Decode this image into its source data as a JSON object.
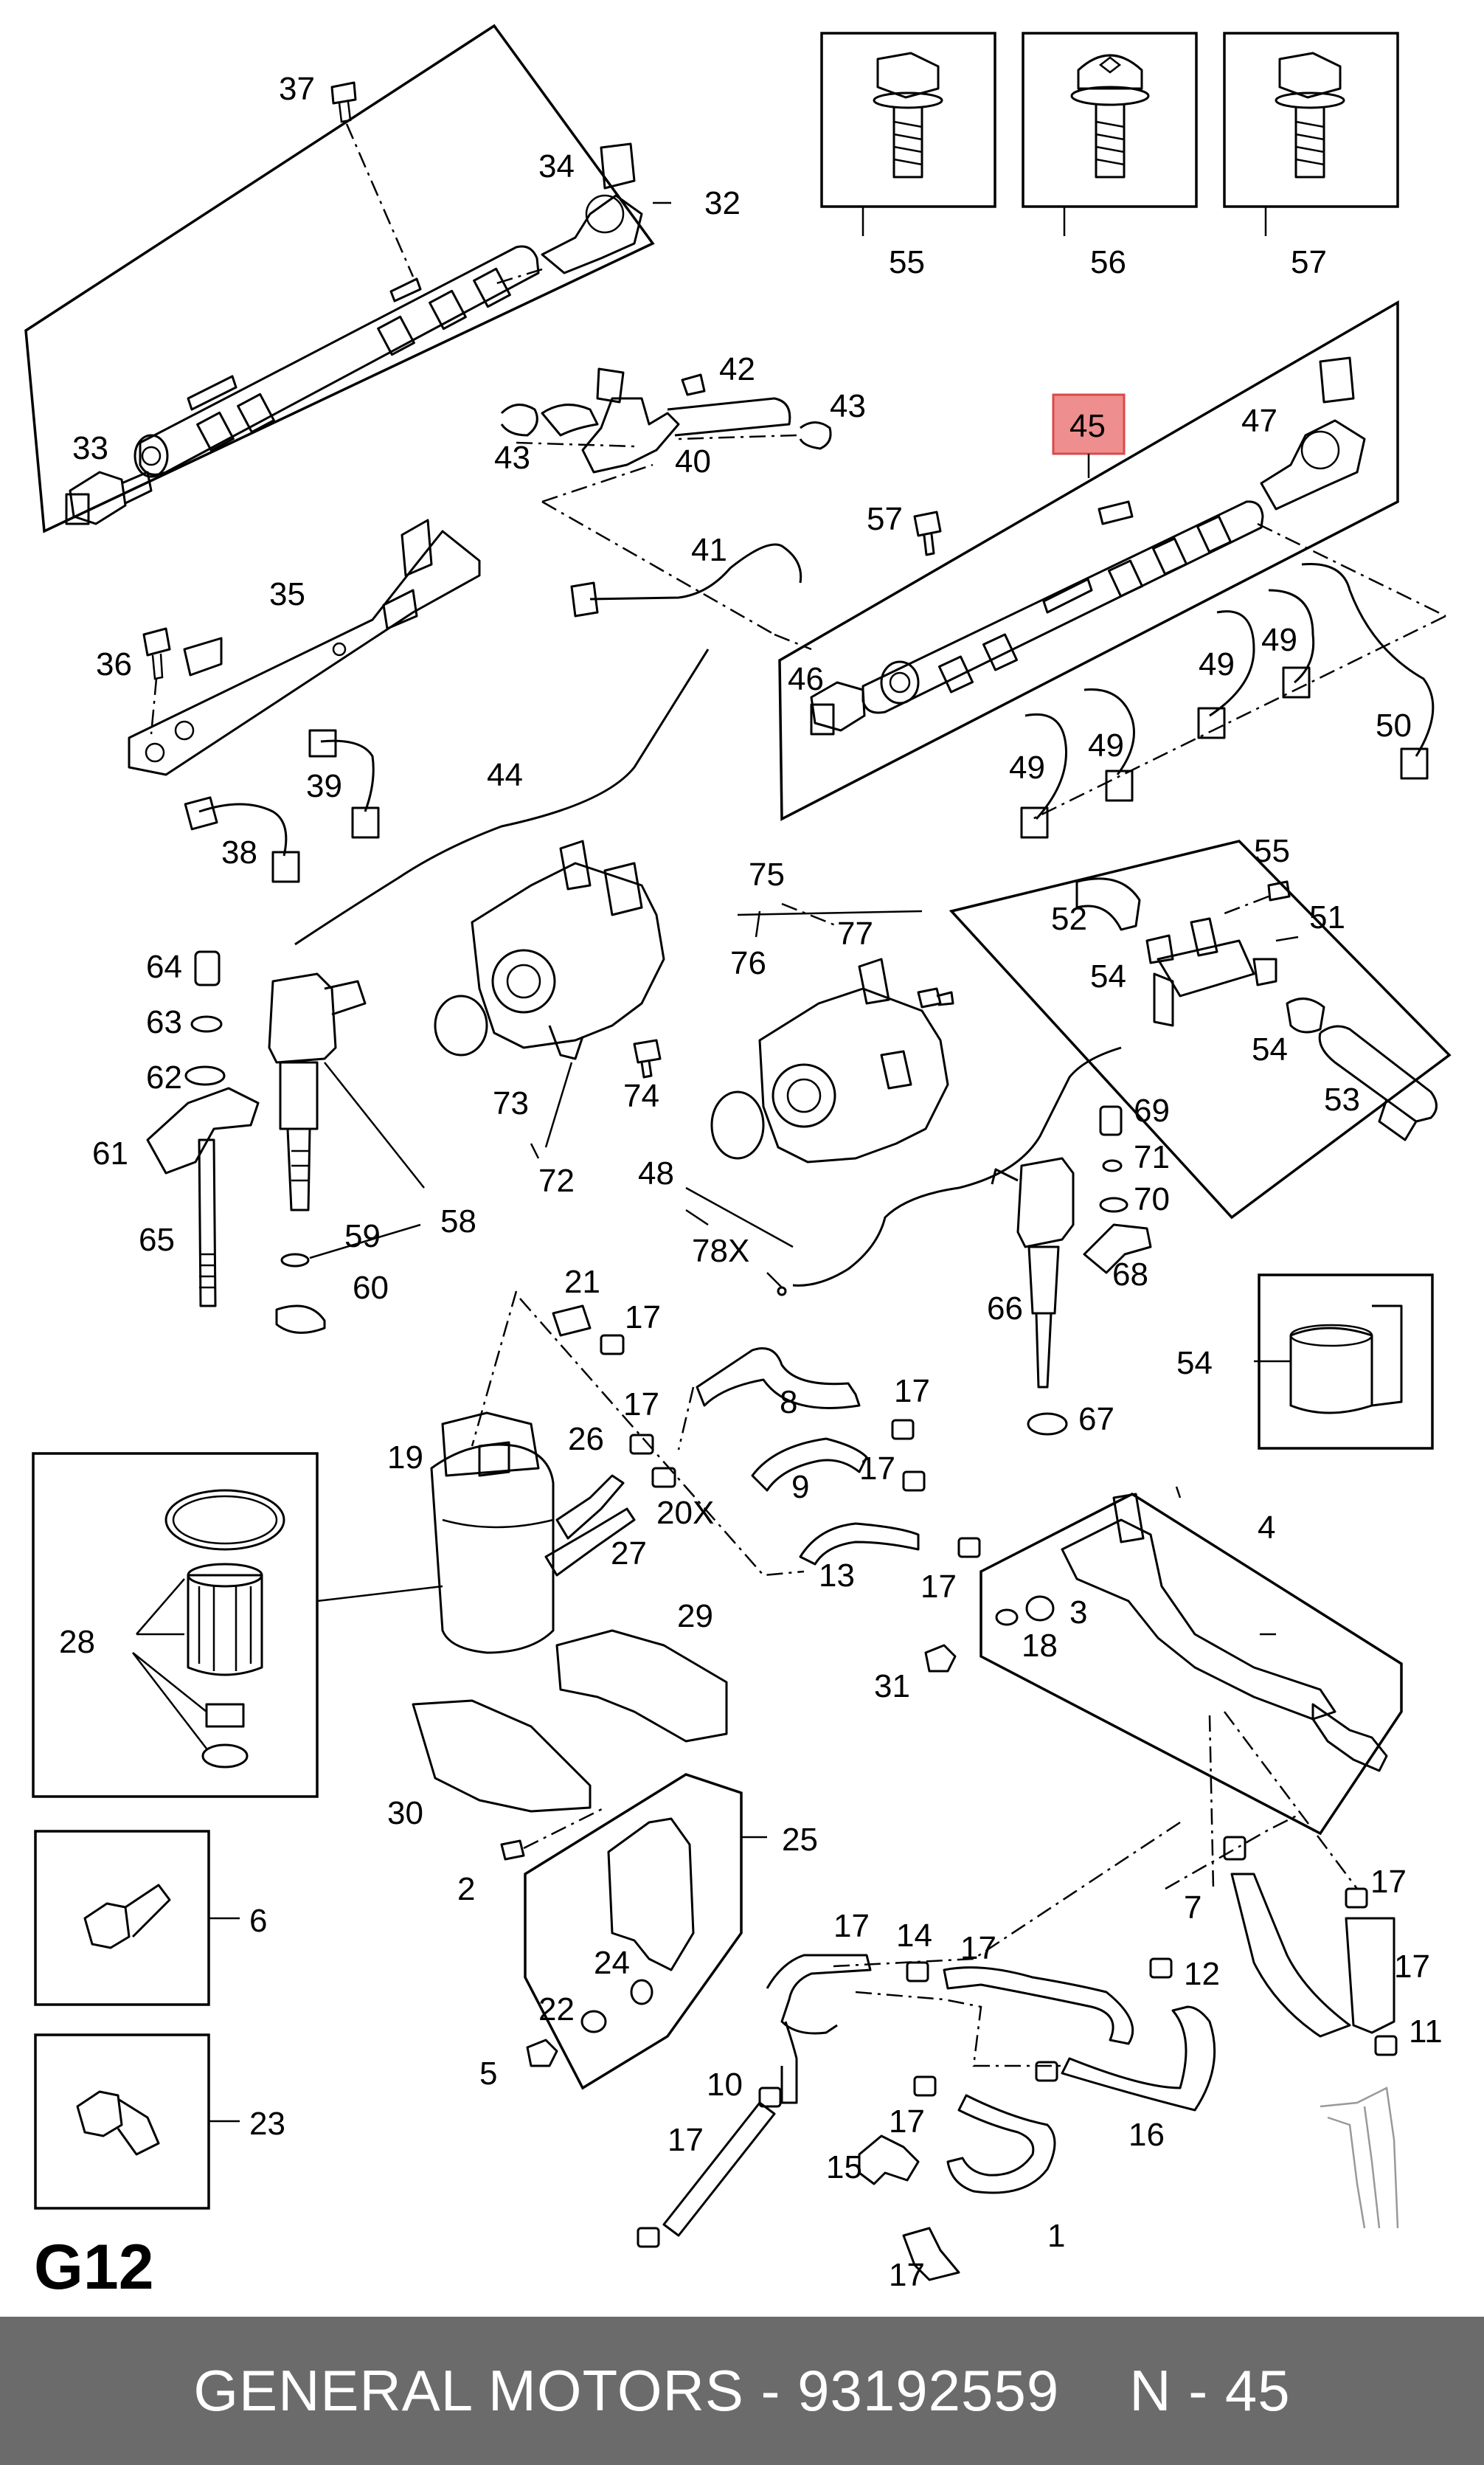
{
  "page_code": "G12",
  "footer": {
    "brand_part": "GENERAL MOTORS - 93192559",
    "ref": "N - 45"
  },
  "highlight": {
    "label": "45",
    "color": "#ee8e8e"
  },
  "labels": [
    "37",
    "34",
    "32",
    "33",
    "35",
    "36",
    "43",
    "40",
    "42",
    "43",
    "41",
    "44",
    "39",
    "38",
    "55",
    "56",
    "57",
    "45",
    "47",
    "57",
    "46",
    "49",
    "49",
    "49",
    "49",
    "50",
    "55",
    "51",
    "52",
    "54",
    "54",
    "53",
    "64",
    "63",
    "62",
    "61",
    "65",
    "58",
    "59",
    "60",
    "73",
    "72",
    "74",
    "75",
    "76",
    "77",
    "48",
    "78X",
    "69",
    "71",
    "70",
    "68",
    "66",
    "67",
    "54",
    "21",
    "17",
    "8",
    "17",
    "9",
    "17",
    "13",
    "17",
    "19",
    "26",
    "17",
    "27",
    "20X",
    "28",
    "29",
    "30",
    "2",
    "4",
    "3",
    "18",
    "31",
    "6",
    "23",
    "25",
    "24",
    "22",
    "5",
    "17",
    "14",
    "17",
    "12",
    "7",
    "17",
    "17",
    "11",
    "17",
    "10",
    "16",
    "15",
    "1",
    "17",
    "17"
  ]
}
